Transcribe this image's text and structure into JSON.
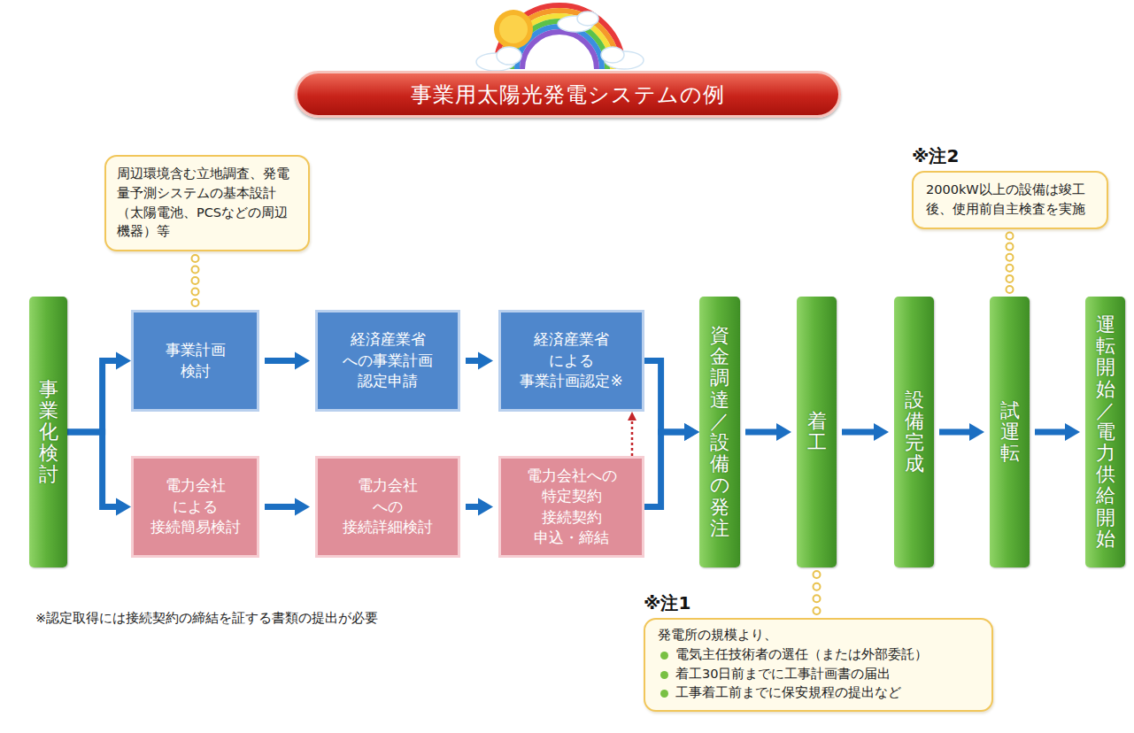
{
  "diagram": {
    "title": "事業用太陽光発電システムの例",
    "nodes": [
      {
        "text": [
          "事業化検討"
        ]
      },
      {
        "text": [
          "事業計画 検討"
        ]
      },
      {
        "text": [
          "経済産業省 への事業計画 認定申請"
        ]
      },
      {
        "text": [
          "経済産業省 による 事業計画認定※"
        ]
      },
      {
        "text": [
          "電力会社 による 接続簡易検討"
        ]
      },
      {
        "text": [
          "電力会社 への 接続詳細検討"
        ]
      },
      {
        "text": [
          "電力会社への 特定契約 接続契約 申込・締結"
        ]
      },
      {
        "text": [
          "資金調達／設備の発注"
        ]
      },
      {
        "text": [
          "着工"
        ]
      },
      {
        "text": [
          "設備完成"
        ]
      },
      {
        "text": [
          "試運転"
        ]
      },
      {
        "text": [
          "運転開始／電力供給開始"
        ]
      },
      {
        "text": [
          "周辺環境含む立地調査、発電量予測システムの基本設計（太陽電池、PCSなどの周辺機器）等"
        ]
      },
      {
        "text": [
          "※注2",
          "2000kW以上の設備は竣工後、使用前自主検査を実施"
        ]
      },
      {
        "text": [
          "※注1",
          "発電所の規模より、",
          "電気主任技術者の選任（または外部委託）",
          "着工30日前までに工事計画書の届出",
          "工事着工前までに保安規程の提出など"
        ]
      }
    ],
    "edges": [
      {
        "from": 0,
        "to": 1,
        "arrow": "to"
      },
      {
        "from": 0,
        "to": 4,
        "arrow": "to"
      },
      {
        "from": 1,
        "to": 2,
        "arrow": "to"
      },
      {
        "from": 2,
        "to": 3,
        "arrow": "to"
      },
      {
        "from": 4,
        "to": 5,
        "arrow": "to"
      },
      {
        "from": 5,
        "to": 6,
        "arrow": "to"
      },
      {
        "from": 6,
        "to": 3,
        "arrow": "to"
      },
      {
        "from": 3,
        "to": 7,
        "arrow": "to"
      },
      {
        "from": 6,
        "to": 7,
        "arrow": "to"
      },
      {
        "from": 7,
        "to": 8,
        "arrow": "to"
      },
      {
        "from": 8,
        "to": 9,
        "arrow": "to"
      },
      {
        "from": 9,
        "to": 10,
        "arrow": "to"
      },
      {
        "from": 10,
        "to": 11,
        "arrow": "to"
      },
      {
        "from": 12,
        "to": 1,
        "arrow": "none"
      },
      {
        "from": 8,
        "to": 14,
        "arrow": "none"
      },
      {
        "from": 13,
        "to": 10,
        "arrow": "none"
      }
    ],
    "labels": [
      "※認定取得には接続契約の締結を証する書類の提出が必要"
    ]
  }
}
